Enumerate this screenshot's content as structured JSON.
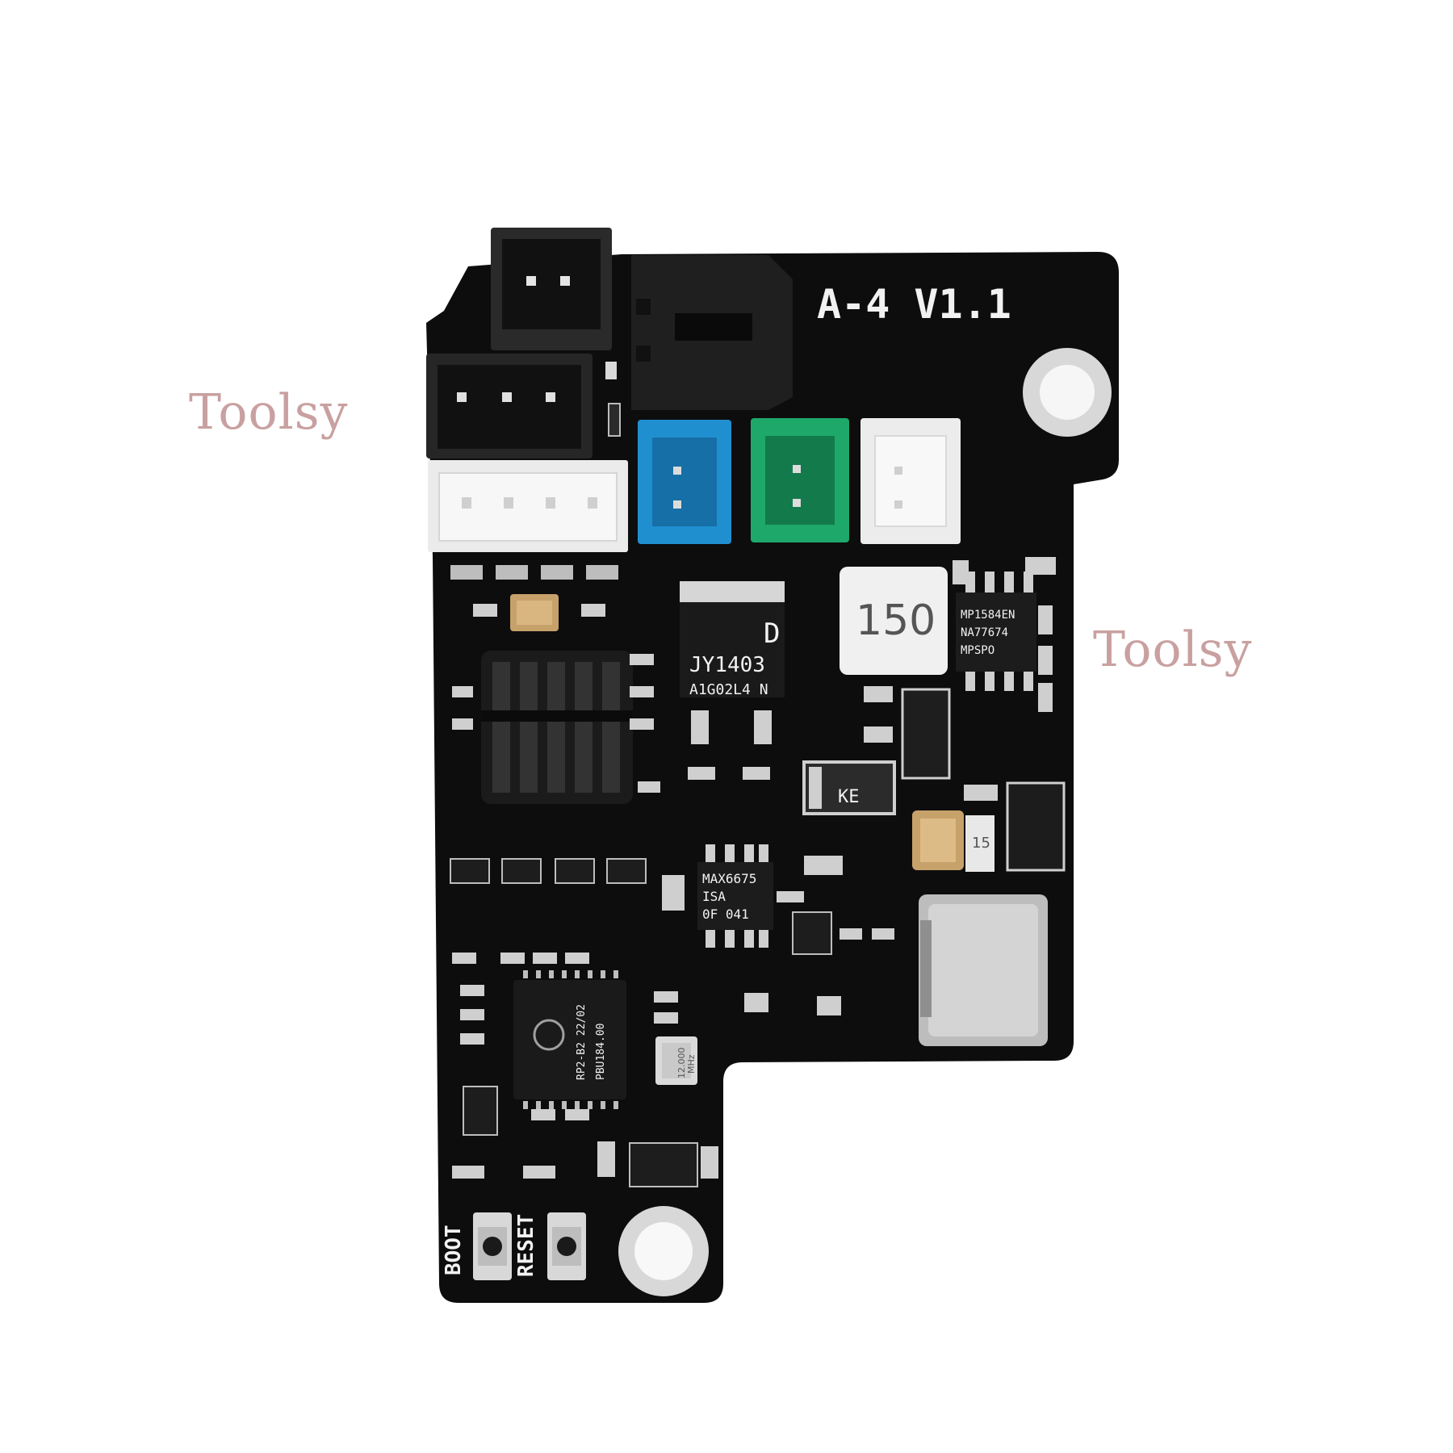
{
  "board": {
    "model_label": "A-4 V1.1",
    "inductor_marking": "150",
    "mosfet_marking_top": "D",
    "mosfet_marking_mid": "JY1403",
    "mosfet_marking_bot": "A1G02L4 N",
    "diode_marking": "KE",
    "buck_ic_lines": [
      "MP1584EN",
      "NA77674",
      "MPSPO"
    ],
    "thermo_ic_lines": [
      "MAX6675",
      "ISA",
      "0F 041"
    ],
    "mcu_lines": [
      "RP2-B2  22/02",
      "PBU184.00"
    ],
    "crystal_lines": [
      "12.000",
      "MHz"
    ],
    "boot_label": "BOOT",
    "reset_label": "RESET",
    "small_cap_marking": "15",
    "colors": {
      "pcb": "#0d0d0e",
      "connector_blue": "#1f8fd0",
      "connector_green": "#1ea86a",
      "connector_white": "#ececec",
      "pad": "#c8c8c8"
    }
  },
  "watermarks": {
    "left": "Toolsy",
    "right": "Toolsy"
  }
}
